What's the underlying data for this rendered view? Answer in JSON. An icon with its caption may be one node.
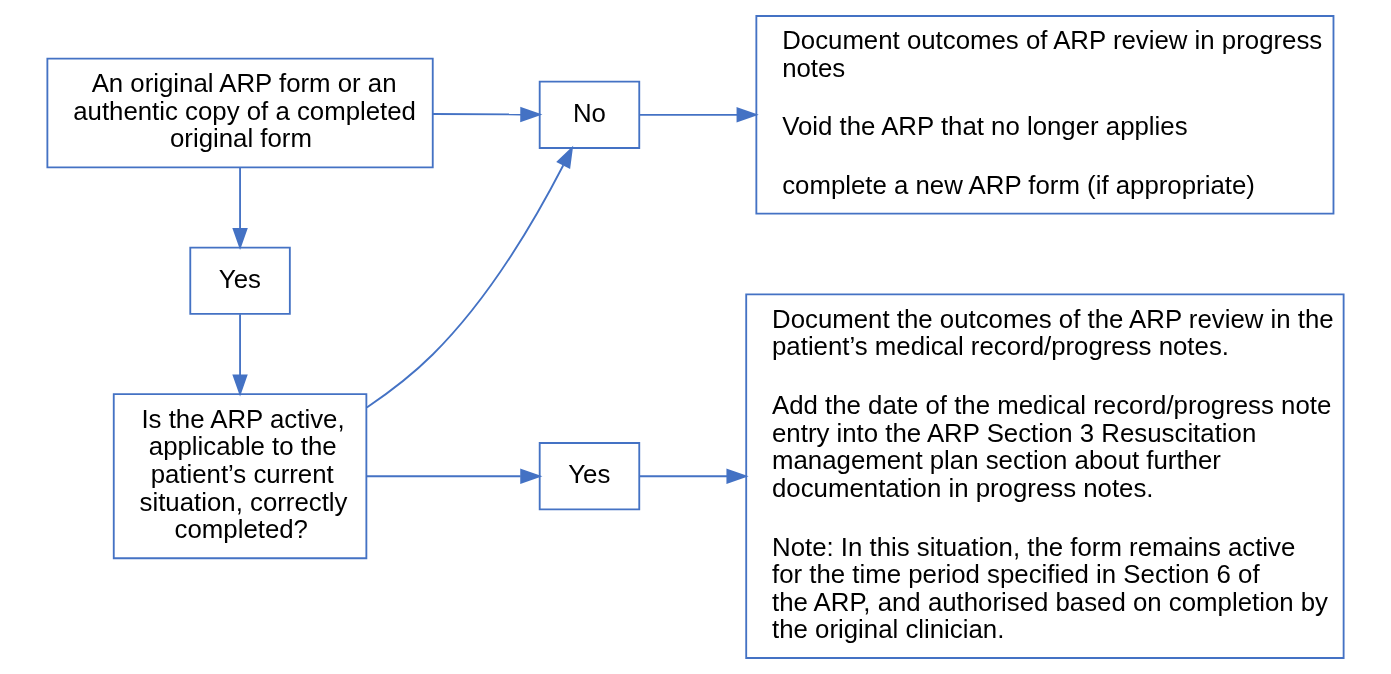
{
  "diagram": {
    "nodes": [
      {
        "text": [
          "An original ARP form or an authentic copy of a completed original form"
        ]
      },
      {
        "text": [
          "No"
        ]
      },
      {
        "text": [
          "Document outcomes of ARP review in progress notes",
          "Void the ARP that no longer applies",
          "complete a new ARP form (if appropriate)"
        ]
      },
      {
        "text": [
          "Yes"
        ]
      },
      {
        "text": [
          "Is the ARP active, applicable to the patient’s current situation, correctly completed?"
        ]
      },
      {
        "text": [
          "Yes"
        ]
      },
      {
        "text": [
          "Document the outcomes of the ARP review in the patient’s medical record/progress notes.",
          "Add the date of the medical record/progress note entry into the ARP Section 3 Resuscitation management plan section about further documentation in progress notes.",
          "Note: In this situation, the form remains active for the time period specified in Section 6 of the ARP, and authorised based on completion by the original clinician."
        ]
      }
    ],
    "edges": [
      {
        "from": 0,
        "to": 1,
        "arrow": "to"
      },
      {
        "from": 1,
        "to": 2,
        "arrow": "to"
      },
      {
        "from": 0,
        "to": 3,
        "arrow": "to"
      },
      {
        "from": 3,
        "to": 4,
        "arrow": "to"
      },
      {
        "from": 4,
        "to": 1,
        "arrow": "to"
      },
      {
        "from": 4,
        "to": 5,
        "arrow": "to"
      },
      {
        "from": 5,
        "to": 6,
        "arrow": "to"
      }
    ]
  }
}
